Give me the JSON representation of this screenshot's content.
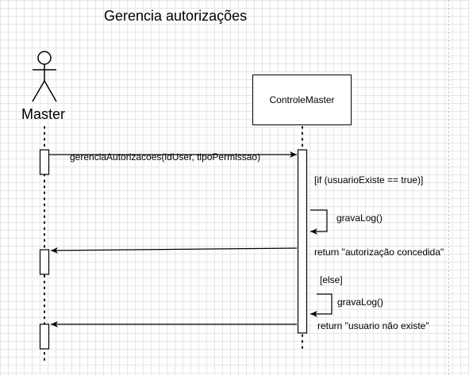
{
  "diagram": {
    "title": "Gerencia autorizações",
    "actor": {
      "name": "Master"
    },
    "lifeline_box": {
      "name": "ControleMaster"
    },
    "messages": {
      "call": "gerenciaAutorizacoes(idUser, tipoPermissao)",
      "guard_if": "[if (usuarioExiste == true)]",
      "self_call_1": "gravaLog()",
      "return_1": "return \"autorização concedida\"",
      "guard_else": "[else]",
      "self_call_2": "gravaLog()",
      "return_2": "return \"usuario não existe\""
    }
  }
}
